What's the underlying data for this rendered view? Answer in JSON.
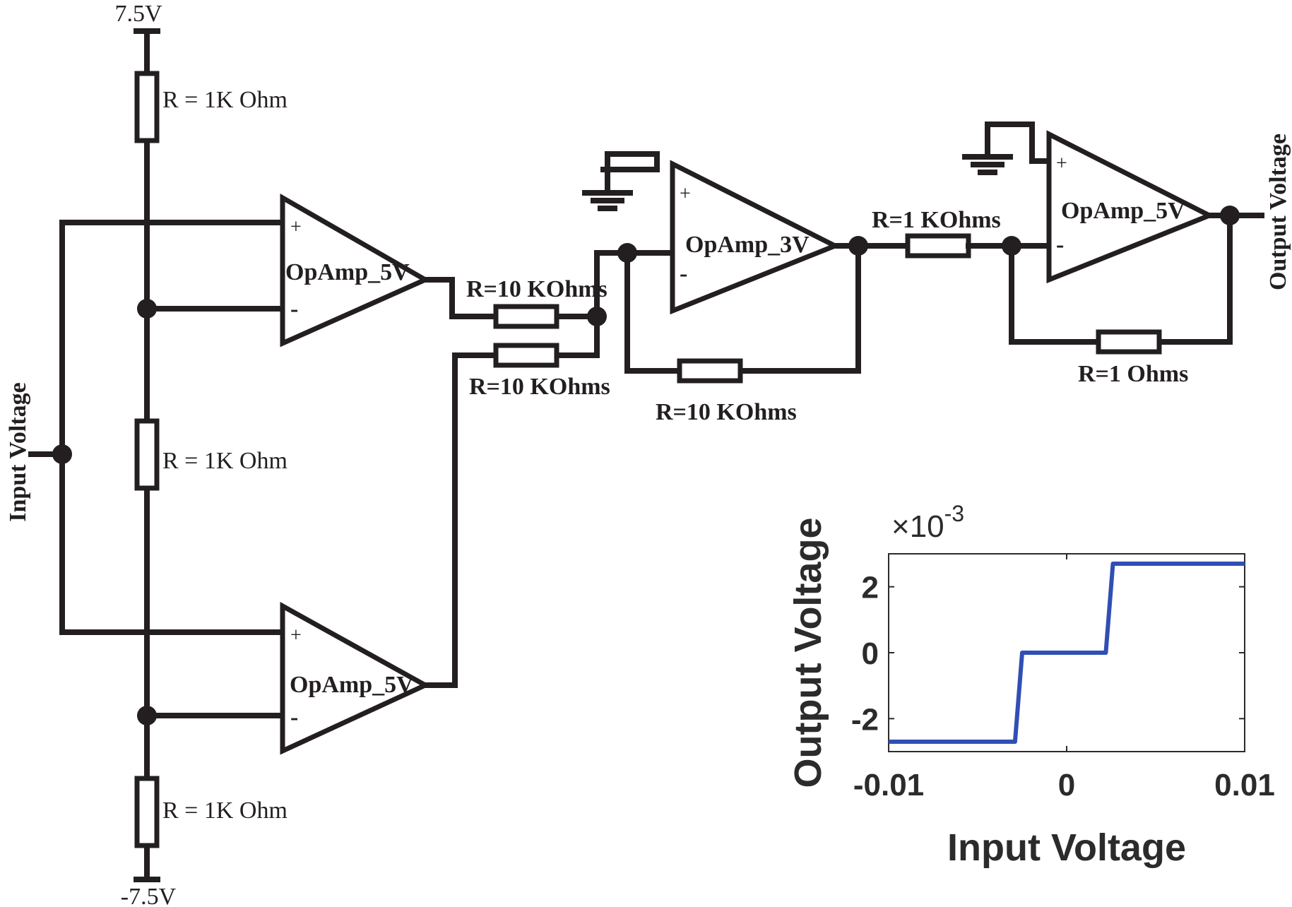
{
  "rails": {
    "top": "7.5V",
    "bottom": "-7.5V"
  },
  "ports": {
    "input": "Input Voltage",
    "output": "Output Voltage"
  },
  "resistors": {
    "r_top": "R = 1K Ohm",
    "r_mid": "R = 1K Ohm",
    "r_bot": "R = 1K Ohm",
    "r_sum1": "R=10 KOhms",
    "r_sum2": "R=10 KOhms",
    "r_fb_sum": "R=10 KOhms",
    "r_in_out": "R=1 KOhms",
    "r_fb_out": "R=1 Ohms"
  },
  "opamps": {
    "comp_top": "OpAmp_5V",
    "comp_bot": "OpAmp_5V",
    "summer": "OpAmp_3V",
    "output": "OpAmp_5V",
    "plus": "+",
    "minus": "-"
  },
  "colors": {
    "wire": "#231f20",
    "trace": "#2f4fb4",
    "axis": "#2b2b2b"
  },
  "chart_data": {
    "type": "line",
    "xlabel": "Input Voltage",
    "ylabel": "Output Voltage",
    "y_multiplier": "×10",
    "y_multiplier_exp": "-3",
    "xlim": [
      -0.01,
      0.01
    ],
    "ylim": [
      -3,
      3
    ],
    "xticks": [
      -0.01,
      0,
      0.01
    ],
    "xtick_labels": [
      "-0.01",
      "0",
      "0.01"
    ],
    "yticks": [
      -2,
      0,
      2
    ],
    "ytick_labels": [
      "-2",
      "0",
      "2"
    ],
    "grid": false,
    "series": [
      {
        "x": [
          -0.01,
          -0.0029,
          -0.0025,
          0.0022,
          0.0026,
          0.01
        ],
        "y": [
          -2.7,
          -2.7,
          0,
          0,
          2.7,
          2.7
        ]
      }
    ]
  }
}
